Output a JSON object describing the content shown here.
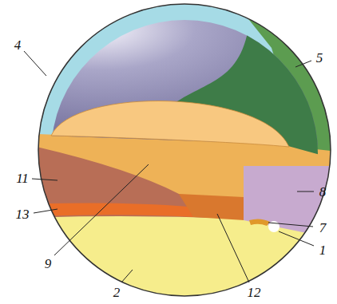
{
  "diagram": {
    "labels": [
      "4",
      "5",
      "11",
      "8",
      "13",
      "7",
      "1",
      "9",
      "2",
      "12"
    ]
  }
}
